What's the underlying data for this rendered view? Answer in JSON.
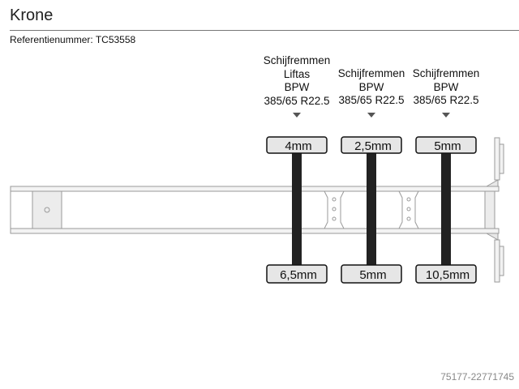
{
  "header": {
    "title": "Krone",
    "reference": "Referentienummer: TC53558"
  },
  "axles": [
    {
      "lines": [
        "Schijfremmen",
        "Liftas",
        "BPW",
        "385/65  R22.5"
      ],
      "top_tread": "4mm",
      "bottom_tread": "6,5mm"
    },
    {
      "lines": [
        "Schijfremmen",
        "BPW",
        "385/65  R22.5"
      ],
      "top_tread": "2,5mm",
      "bottom_tread": "5mm"
    },
    {
      "lines": [
        "Schijfremmen",
        "BPW",
        "385/65  R22.5"
      ],
      "top_tread": "5mm",
      "bottom_tread": "10,5mm"
    }
  ],
  "footer": {
    "id": "75177-22771745"
  }
}
